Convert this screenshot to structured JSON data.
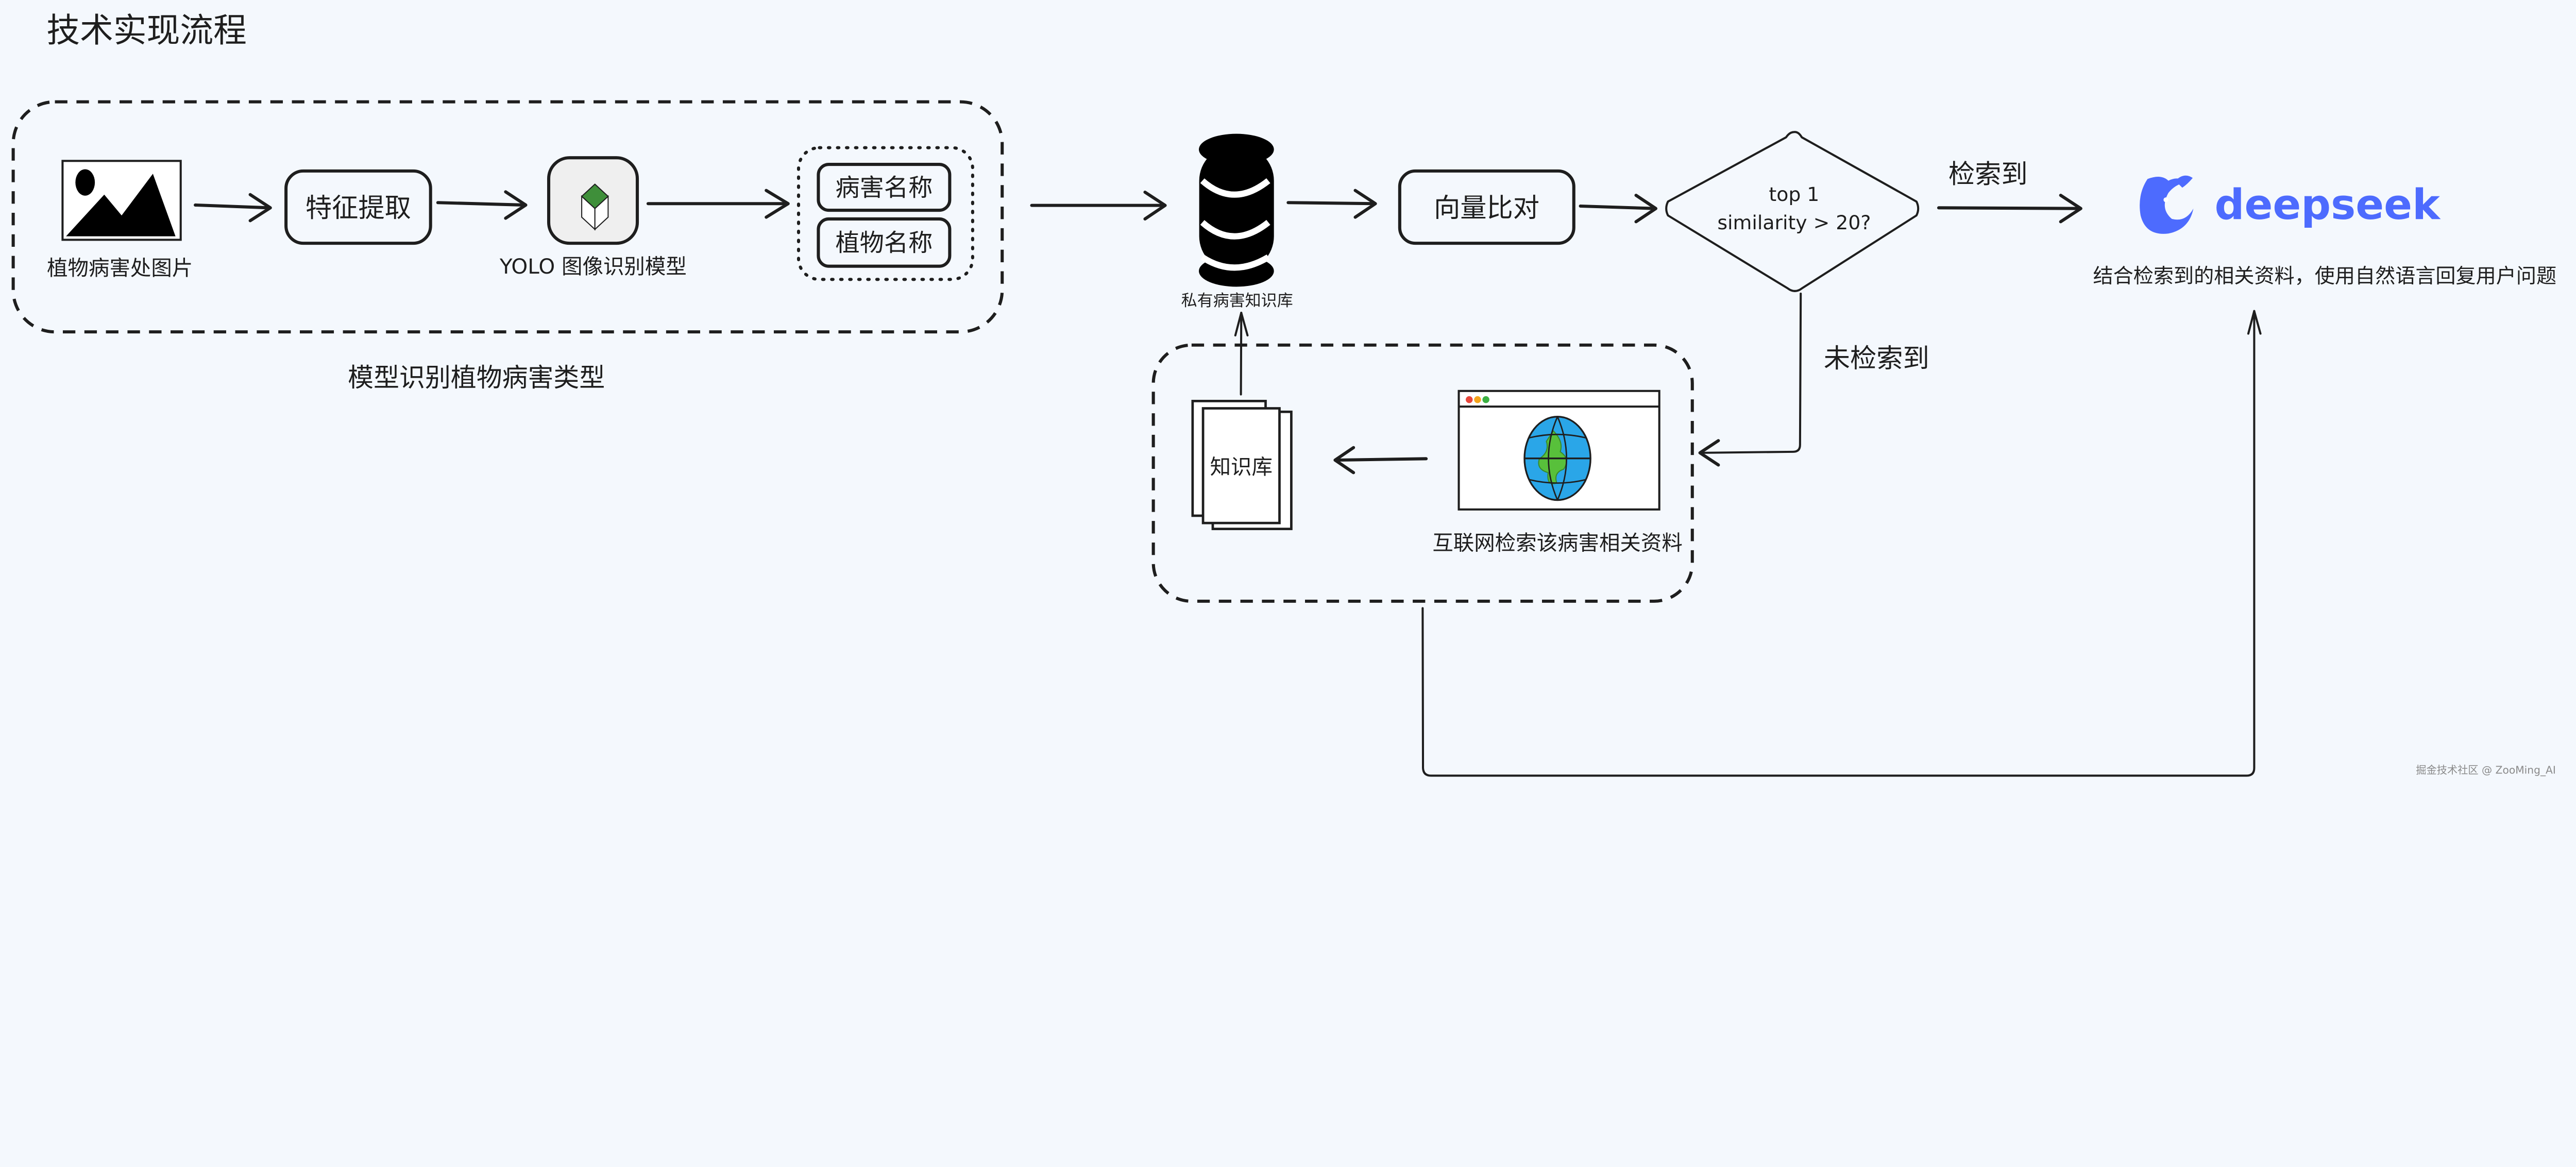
{
  "title": "技术实现流程",
  "stage1": {
    "image_label": "植物病害处图片",
    "feature_box": "特征提取",
    "yolo_label": "YOLO 图像识别模型",
    "outputs": [
      "病害名称",
      "植物名称"
    ],
    "group_label": "模型识别植物病害类型"
  },
  "database_label": "私有病害知识库",
  "vector_box": "向量比对",
  "decision": {
    "line1": "top 1",
    "line2": "similarity > 20?"
  },
  "found_label": "检索到",
  "not_found_label": "未检索到",
  "deepseek": {
    "logo_text": "deepseek",
    "brand_color": "#4D6BFE",
    "description": "结合检索到的相关资料，使用自然语言回复用户问题"
  },
  "web_search_label": "互联网检索该病害相关资料",
  "knowledge_doc_label": "知识库",
  "watermark": "掘金技术社区 @ ZooMing_AI",
  "icons": [
    "image-icon",
    "cube-icon",
    "database-icon",
    "browser-globe-icon",
    "document-stack-icon",
    "deepseek-whale-icon"
  ]
}
